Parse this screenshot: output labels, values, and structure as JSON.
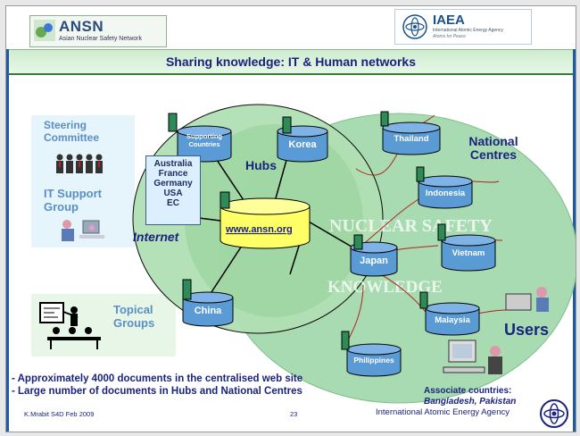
{
  "header": {
    "ansn_title": "ANSN",
    "ansn_subtitle": "Asian Nuclear Safety Network",
    "iaea_title": "IAEA",
    "iaea_sub1": "International Atomic Energy Agency",
    "iaea_sub2": "Atoms for Peace"
  },
  "slide": {
    "title": "Sharing knowledge: IT & Human networks"
  },
  "left_panel": {
    "steering": "Steering Committee",
    "it_support": "IT Support Group",
    "topical": "Topical Groups"
  },
  "diagram": {
    "hubs_label": "Hubs",
    "internet_label": "Internet",
    "national_centres_label": "National Centres",
    "users_label": "Users",
    "central_site": "www.ansn.org",
    "supporting_countries": "Supporting Countries",
    "supporting_list": [
      "Australia",
      "France",
      "Germany",
      "USA",
      "EC"
    ],
    "watermark_1": "NUCLEAR SAFETY",
    "watermark_2": "KNOWLEDGE",
    "hubs": [
      "Korea",
      "Japan",
      "China"
    ],
    "national_centres": [
      "Thailand",
      "Indonesia",
      "Vietnam",
      "Malaysia",
      "Philippines"
    ]
  },
  "bullets": {
    "line1": "Approximately 4000 documents in   the centralised web site",
    "line2": "Large number of documents in Hubs and National Centres"
  },
  "associate": {
    "label": "Associate countries:",
    "countries": "Bangladesh, Pakistan"
  },
  "footer": {
    "left": "K.Mrabit  S4D Feb 2009",
    "page": "23",
    "right": "International Atomic Energy Agency"
  },
  "colors": {
    "title_text": "#1a237e",
    "label_blue": "#5a8fc4",
    "node_fill": "#5b9bd5",
    "ellipse_green": "#9fd1a8",
    "central_yellow": "#ffff66"
  }
}
